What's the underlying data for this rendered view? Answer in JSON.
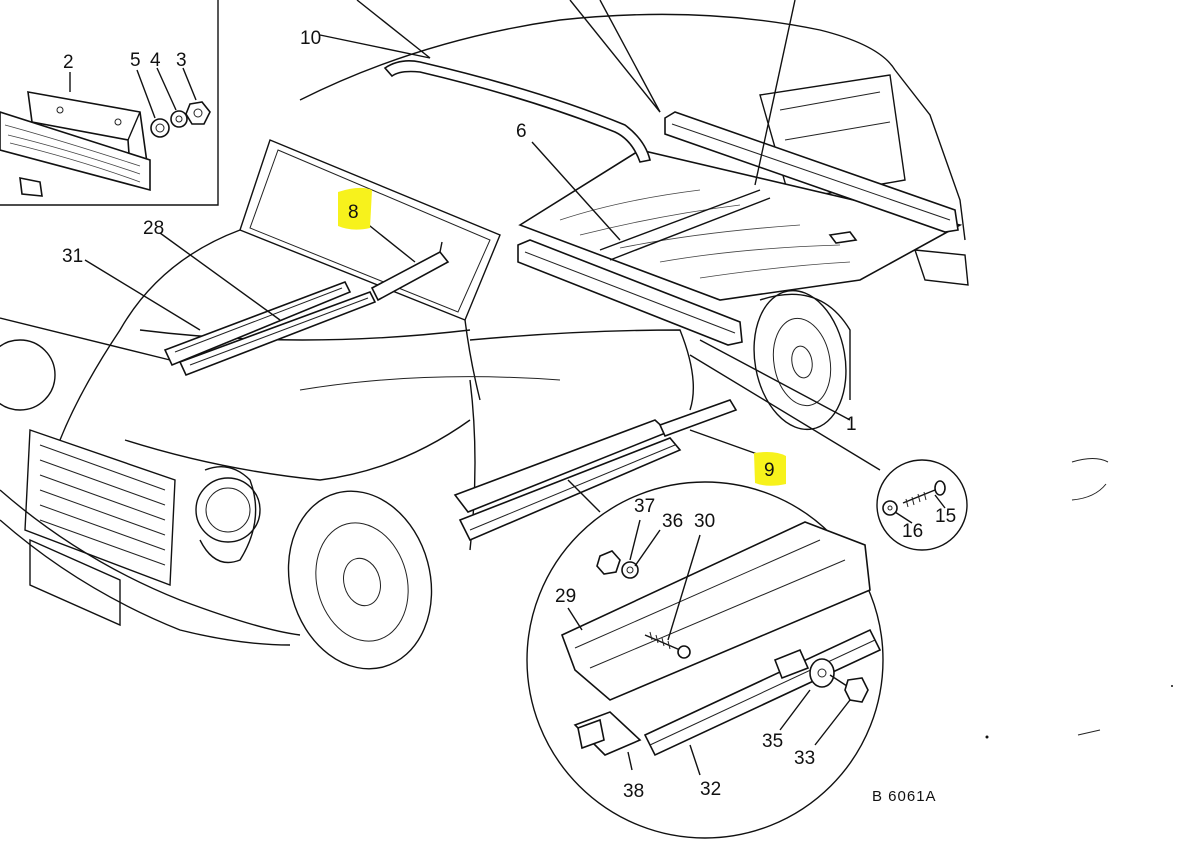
{
  "diagram": {
    "drawing_code": "B 6061A",
    "highlight_color": "#f7f21c",
    "line_color": "#111111",
    "callouts": [
      {
        "id": "c1",
        "label": "1"
      },
      {
        "id": "c2",
        "label": "2"
      },
      {
        "id": "c3",
        "label": "3"
      },
      {
        "id": "c4",
        "label": "4"
      },
      {
        "id": "c5",
        "label": "5"
      },
      {
        "id": "c6",
        "label": "6"
      },
      {
        "id": "c8",
        "label": "8",
        "highlighted": true
      },
      {
        "id": "c9",
        "label": "9",
        "highlighted": true
      },
      {
        "id": "c10",
        "label": "10"
      },
      {
        "id": "c15",
        "label": "15"
      },
      {
        "id": "c16",
        "label": "16"
      },
      {
        "id": "c28",
        "label": "28"
      },
      {
        "id": "c29",
        "label": "29"
      },
      {
        "id": "c30",
        "label": "30"
      },
      {
        "id": "c31",
        "label": "31"
      },
      {
        "id": "c32",
        "label": "32"
      },
      {
        "id": "c33",
        "label": "33"
      },
      {
        "id": "c35",
        "label": "35"
      },
      {
        "id": "c36",
        "label": "36"
      },
      {
        "id": "c37",
        "label": "37"
      },
      {
        "id": "c38",
        "label": "38"
      }
    ]
  }
}
